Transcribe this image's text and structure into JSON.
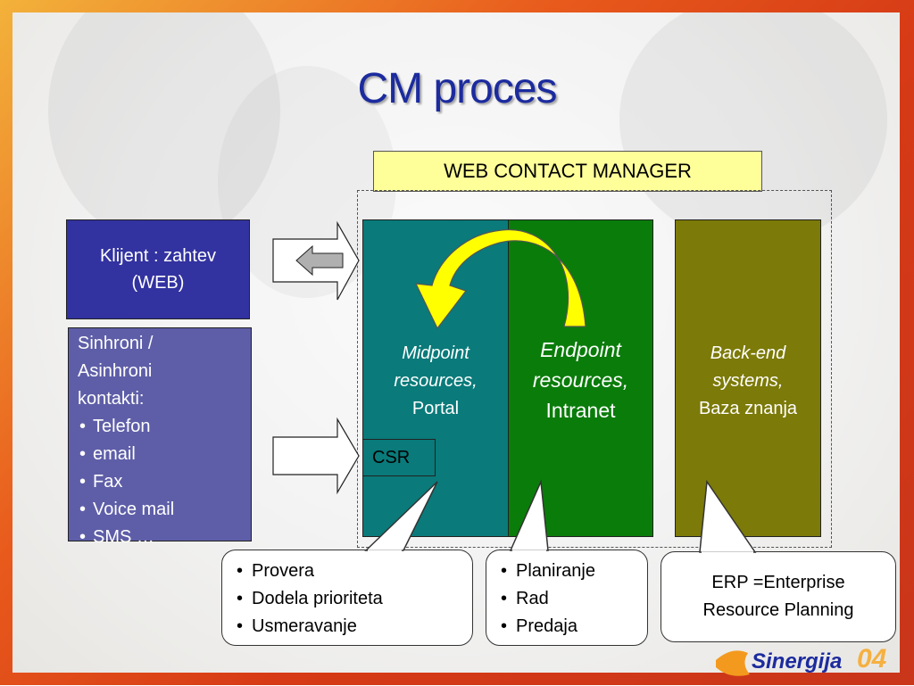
{
  "title": "CM proces",
  "wcm_label": "WEB CONTACT MANAGER",
  "klijent": {
    "line1": "Klijent : zahtev",
    "line2": "(WEB)"
  },
  "sinhroni": {
    "heading_lines": [
      "Sinhroni /",
      "Asinhroni",
      "kontakti:"
    ],
    "items": [
      "Telefon",
      "email",
      "Fax",
      "Voice mail",
      "SMS …"
    ]
  },
  "midpoint": {
    "line1": "Midpoint",
    "line2": "resources,",
    "line3": "Portal"
  },
  "endpoint": {
    "line1": "Endpoint",
    "line2": "resources,",
    "line3": "Intranet"
  },
  "backend": {
    "line1": "Back-end",
    "line2": "systems,",
    "line3": "Baza znanja"
  },
  "csr_label": "CSR",
  "callout_left": [
    "Provera",
    "Dodela prioriteta",
    "Usmeravanje"
  ],
  "callout_mid": [
    "Planiranje",
    "Rad",
    "Predaja"
  ],
  "callout_right": {
    "line1": "ERP =Enterprise",
    "line2": "Resource Planning"
  },
  "logo_text": "Sinergija",
  "logo_year": "04",
  "colors": {
    "title": "#1c2b9e",
    "wcm_bg": "#ffff9a",
    "klijent_bg": "#3232a0",
    "sinhroni_bg": "#5e5ea8",
    "midpoint_bg": "#0a7a7a",
    "endpoint_bg": "#0a7c0a",
    "backend_bg": "#7c7a08",
    "curved_arrow": "#ffff00"
  }
}
